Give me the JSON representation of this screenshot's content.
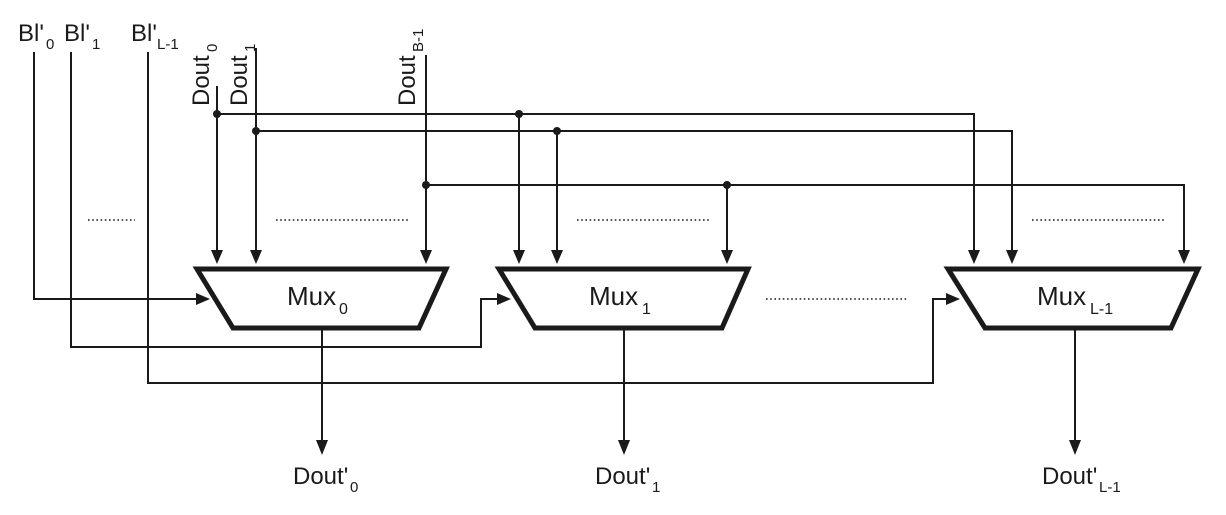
{
  "inputs": [
    {
      "base": "Bl'",
      "sub": "0"
    },
    {
      "base": "Bl'",
      "sub": "1"
    },
    {
      "base": "Bl'",
      "sub": "L-1"
    }
  ],
  "dout_inputs": [
    {
      "base": "Dout",
      "sub": "0"
    },
    {
      "base": "Dout",
      "sub": "1"
    },
    {
      "base": "Dout",
      "sub": "B-1"
    }
  ],
  "muxes": [
    {
      "base": "Mux",
      "sub": "0"
    },
    {
      "base": "Mux",
      "sub": "1"
    },
    {
      "base": "Mux",
      "sub": "L-1"
    }
  ],
  "outputs": [
    {
      "base": "Dout'",
      "sub": "0"
    },
    {
      "base": "Dout'",
      "sub": "1"
    },
    {
      "base": "Dout'",
      "sub": "L-1"
    }
  ]
}
